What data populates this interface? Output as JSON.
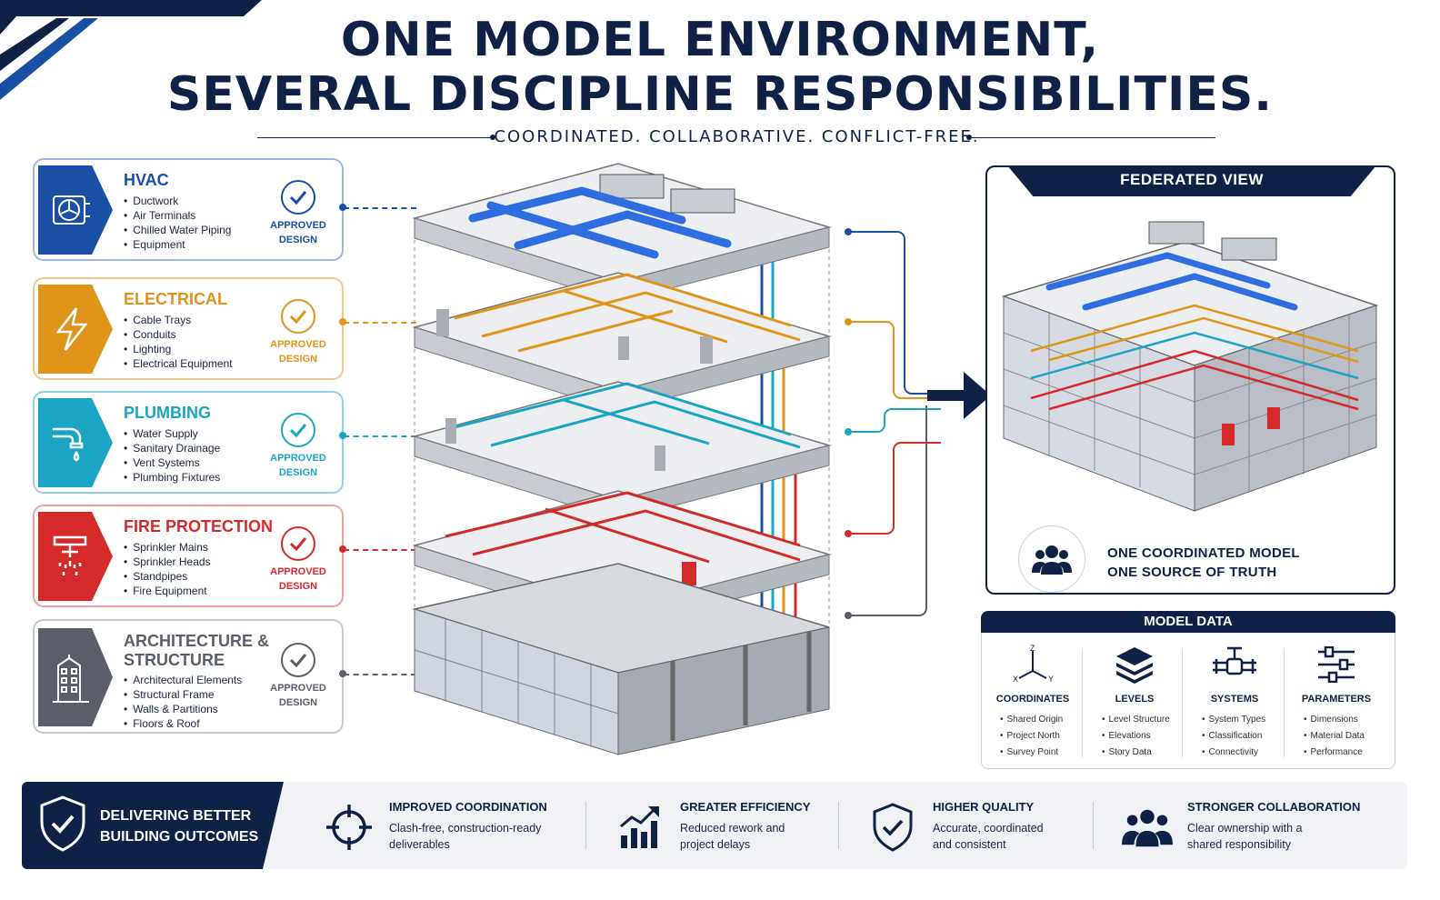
{
  "title": {
    "line1": "ONE MODEL ENVIRONMENT,",
    "line2": "SEVERAL DISCIPLINE RESPONSIBILITIES.",
    "subtitle": "COORDINATED. COLLABORATIVE. CONFLICT-FREE."
  },
  "disciplines": [
    {
      "name": "HVAC",
      "color": "#1a4fa6",
      "icon": "hvac-fan-icon",
      "items": [
        "Ductwork",
        "Air Terminals",
        "Chilled Water Piping",
        "Equipment"
      ],
      "status_line1": "APPROVED",
      "status_line2": "DESIGN"
    },
    {
      "name": "ELECTRICAL",
      "color": "#e0951a",
      "icon": "lightning-icon",
      "items": [
        "Cable Trays",
        "Conduits",
        "Lighting",
        "Electrical Equipment"
      ],
      "status_line1": "APPROVED",
      "status_line2": "DESIGN"
    },
    {
      "name": "PLUMBING",
      "color": "#1aa5c5",
      "icon": "faucet-icon",
      "items": [
        "Water Supply",
        "Sanitary Drainage",
        "Vent Systems",
        "Plumbing Fixtures"
      ],
      "status_line1": "APPROVED",
      "status_line2": "DESIGN"
    },
    {
      "name": "FIRE PROTECTION",
      "color": "#d52a2a",
      "icon": "sprinkler-icon",
      "items": [
        "Sprinkler Mains",
        "Sprinkler Heads",
        "Standpipes",
        "Fire Equipment"
      ],
      "status_line1": "APPROVED",
      "status_line2": "DESIGN"
    },
    {
      "name": "ARCHITECTURE &",
      "name2": "STRUCTURE",
      "color": "#5a5f69",
      "icon": "building-icon",
      "items": [
        "Architectural Elements",
        "Structural Frame",
        "Walls & Partitions",
        "Floors & Roof"
      ],
      "status_line1": "APPROVED",
      "status_line2": "DESIGN"
    }
  ],
  "federated": {
    "header": "FEDERATED VIEW",
    "line1": "ONE COORDINATED MODEL",
    "line2": "ONE SOURCE OF TRUTH",
    "icon": "team-icon"
  },
  "model_data": {
    "header": "MODEL DATA",
    "columns": [
      {
        "label": "COORDINATES",
        "icon": "axes-icon",
        "axis_z": "Z",
        "axis_x": "X",
        "axis_y": "Y",
        "items": [
          "Shared Origin",
          "Project North",
          "Survey Point"
        ]
      },
      {
        "label": "LEVELS",
        "icon": "layers-icon",
        "items": [
          "Level Structure",
          "Elevations",
          "Story Data"
        ]
      },
      {
        "label": "SYSTEMS",
        "icon": "valve-icon",
        "items": [
          "System Types",
          "Classification",
          "Connectivity"
        ]
      },
      {
        "label": "PARAMETERS",
        "icon": "sliders-icon",
        "items": [
          "Dimensions",
          "Material Data",
          "Performance"
        ]
      }
    ]
  },
  "footer": {
    "lead_line1": "DELIVERING BETTER",
    "lead_line2": "BUILDING OUTCOMES",
    "items": [
      {
        "title": "IMPROVED COORDINATION",
        "desc1": "Clash-free, construction-ready",
        "desc2": "deliverables",
        "icon": "crosshair-icon"
      },
      {
        "title": "GREATER EFFICIENCY",
        "desc1": "Reduced rework and",
        "desc2": "project delays",
        "icon": "growth-chart-icon"
      },
      {
        "title": "HIGHER QUALITY",
        "desc1": "Accurate, coordinated",
        "desc2": "and consistent",
        "icon": "shield-check-icon"
      },
      {
        "title": "STRONGER COLLABORATION",
        "desc1": "Clear ownership with a",
        "desc2": "shared responsibility",
        "icon": "people-icon"
      }
    ]
  },
  "colors": {
    "navy": "#0f2147",
    "hvac": "#1a4fa6",
    "electrical": "#e0951a",
    "plumbing": "#1aa5c5",
    "fire": "#d52a2a",
    "architecture": "#5a5f69"
  }
}
